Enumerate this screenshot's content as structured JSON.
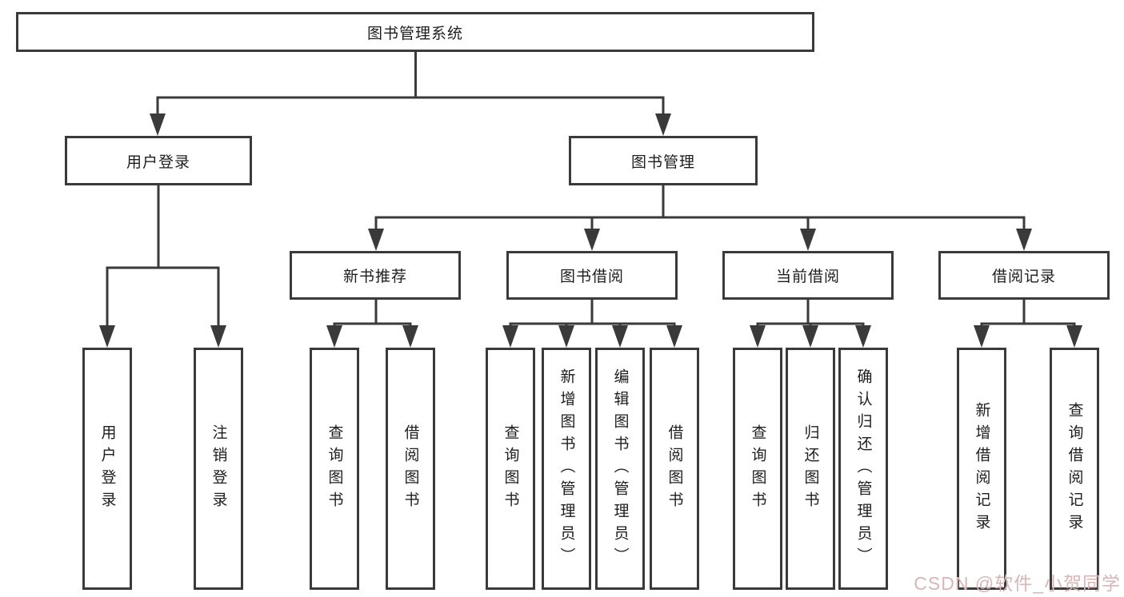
{
  "colors": {
    "line": "#3a3a3a",
    "text": "#1d1d1d",
    "background": "#ffffff",
    "watermark": "#d9b6b6"
  },
  "watermark": {
    "text": "CSDN @软件_小贺同学"
  },
  "tree": {
    "root": {
      "label": "图书管理系统",
      "children": [
        {
          "label": "用户登录",
          "children": [
            {
              "label": "用户登录"
            },
            {
              "label": "注销登录"
            }
          ]
        },
        {
          "label": "图书管理",
          "children": [
            {
              "label": "新书推荐",
              "children": [
                {
                  "label": "查询图书"
                },
                {
                  "label": "借阅图书"
                }
              ]
            },
            {
              "label": "图书借阅",
              "children": [
                {
                  "label": "查询图书"
                },
                {
                  "label": "新增图书（管理员）"
                },
                {
                  "label": "编辑图书（管理员）"
                },
                {
                  "label": "借阅图书"
                }
              ]
            },
            {
              "label": "当前借阅",
              "children": [
                {
                  "label": "查询图书"
                },
                {
                  "label": "归还图书"
                },
                {
                  "label": "确认归还（管理员）"
                }
              ]
            },
            {
              "label": "借阅记录",
              "children": [
                {
                  "label": "新增借阅记录"
                },
                {
                  "label": "查询借阅记录"
                }
              ]
            }
          ]
        }
      ]
    }
  }
}
